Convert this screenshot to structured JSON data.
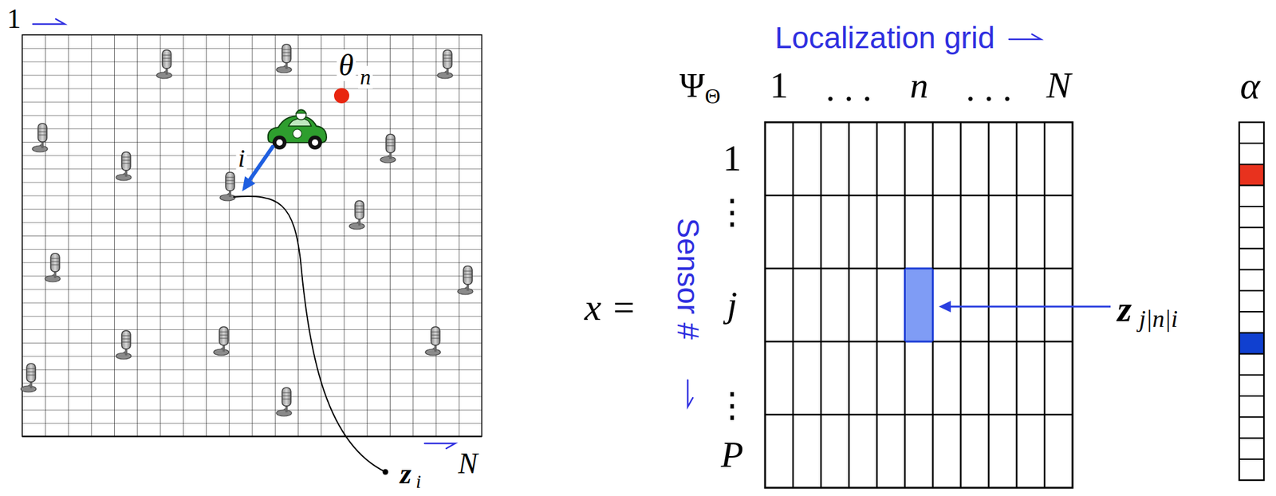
{
  "diagram": {
    "labels": [
      "1",
      "θ",
      "n",
      "i",
      "z",
      "i",
      "N",
      "Localization grid",
      "Ψ",
      "Θ",
      "1",
      ". . .",
      "n",
      ". . .",
      "N",
      "α",
      "x =",
      "Sensor #",
      "1",
      "⋮",
      "j",
      "⋮",
      "P",
      "z",
      "j|n|i"
    ]
  }
}
